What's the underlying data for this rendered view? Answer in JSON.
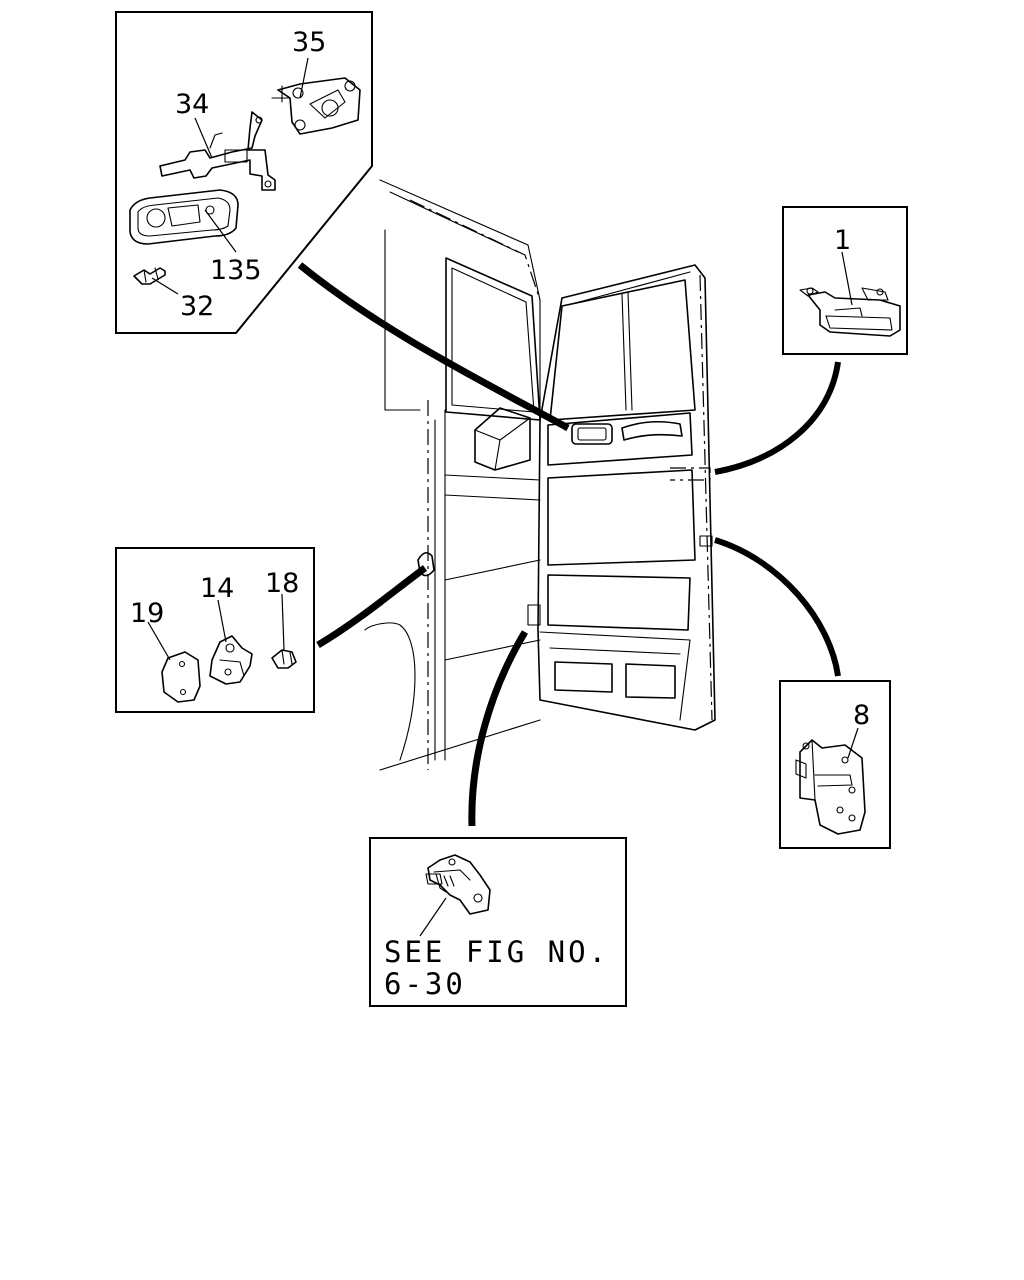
{
  "callouts": {
    "c35": "35",
    "c34": "34",
    "c135": "135",
    "c32": "32",
    "c1": "1",
    "c19": "19",
    "c14": "14",
    "c18": "18",
    "c8": "8"
  },
  "note": {
    "line1": "SEE FIG NO.",
    "line2": "6-30"
  }
}
